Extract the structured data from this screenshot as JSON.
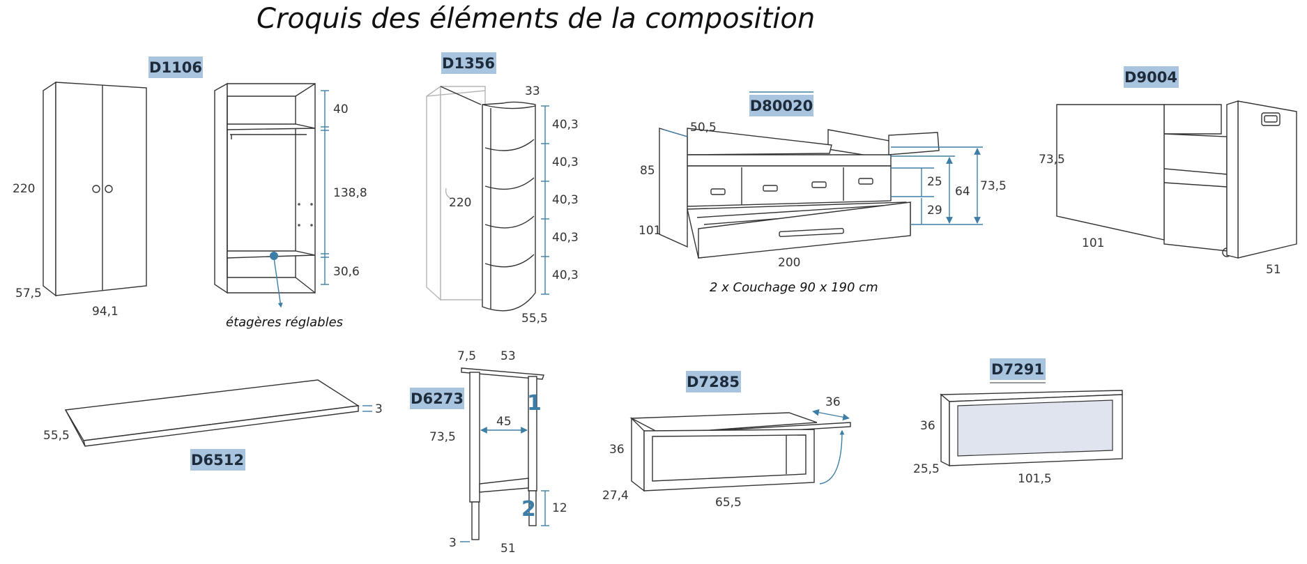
{
  "title": "Croquis des éléments de la composition",
  "accent_color": "#3d7ea6",
  "code_badge_color": "#a9c4de",
  "items": {
    "d1106": {
      "code": "D1106",
      "height": "220",
      "depth": "57,5",
      "width": "94,1",
      "shelf_top": "40",
      "shelf_mid": "138,8",
      "shelf_bottom": "30,6",
      "note": "étagères réglables"
    },
    "d1356": {
      "code": "D1356",
      "depth_top": "33",
      "height": "220",
      "bottom": "55,5",
      "shelves": [
        "40,3",
        "40,3",
        "40,3",
        "40,3",
        "40,3"
      ]
    },
    "d80020": {
      "code": "D80020",
      "top": "50,5",
      "height": "85",
      "depth": "101",
      "length": "200",
      "h1": "25",
      "h2": "29",
      "h3": "64",
      "h4": "73,5",
      "note": "2 x Couchage 90 x 190 cm"
    },
    "d9004": {
      "code": "D9004",
      "height": "73,5",
      "width": "101",
      "depth": "51"
    },
    "d6512": {
      "code": "D6512",
      "depth": "55,5",
      "thickness": "3"
    },
    "d6273": {
      "code": "D6273",
      "top_thickness": "7,5",
      "top_depth": "53",
      "height": "73,5",
      "inner": "45",
      "leg": "12",
      "leg_diam": "3",
      "base": "51",
      "step1": "1",
      "step2": "2"
    },
    "d7285": {
      "code": "D7285",
      "height": "36",
      "depth": "27,4",
      "width": "65,5",
      "extension": "36"
    },
    "d7291": {
      "code": "D7291",
      "height": "36",
      "depth": "25,5",
      "width": "101,5"
    }
  }
}
